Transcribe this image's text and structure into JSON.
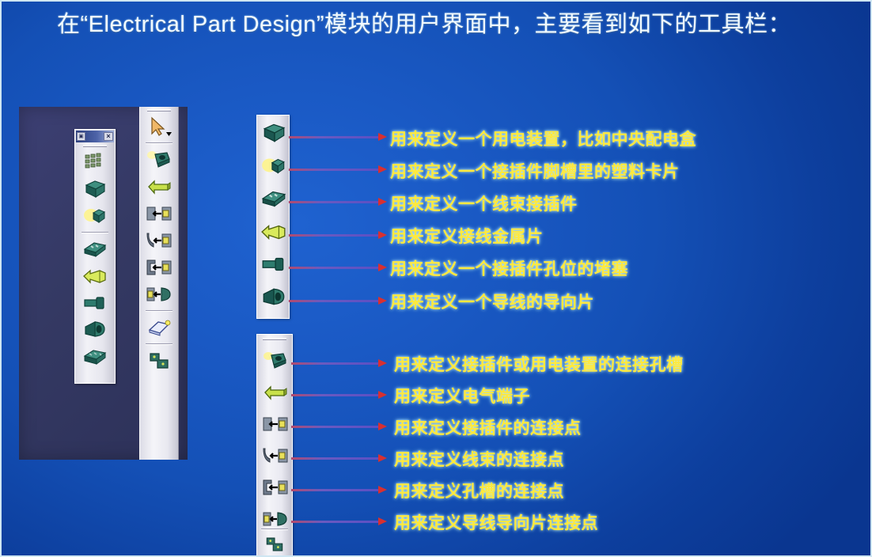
{
  "slide": {
    "header_line1_indent": "        ",
    "header": "在“Electrical Part Design”模块的用户界面中，主要看到如下的工具栏："
  },
  "screenshot": {
    "float_toolbar": {
      "title_icon": "toolbar-icon",
      "close_label": "×",
      "tools": [
        {
          "name": "multi-part-grid-icon",
          "glyph": "grid"
        },
        {
          "name": "equipment-cube-icon",
          "glyph": "cube-teal"
        },
        {
          "name": "cavity-clip-icon",
          "glyph": "cube-glow"
        },
        {
          "name": "bundle-connector-icon",
          "glyph": "connector"
        },
        {
          "name": "terminal-metal-icon",
          "glyph": "terminal"
        },
        {
          "name": "cavity-plug-icon",
          "glyph": "plug"
        },
        {
          "name": "wire-guide-icon",
          "glyph": "guide"
        },
        {
          "name": "shell-icon",
          "glyph": "shell"
        }
      ]
    },
    "dock_toolbar": {
      "tools": [
        {
          "name": "select-arrow-icon",
          "glyph": "arrow"
        },
        {
          "name": "connection-cavity-icon",
          "glyph": "cavity"
        },
        {
          "name": "electrical-terminal-icon",
          "glyph": "term-arrow"
        },
        {
          "name": "connector-connection-point-icon",
          "glyph": "cp-connector"
        },
        {
          "name": "bundle-connection-point-icon",
          "glyph": "cp-bundle"
        },
        {
          "name": "cavity-connection-point-icon",
          "glyph": "cp-cavity"
        },
        {
          "name": "wire-guide-connection-point-icon",
          "glyph": "cp-guide"
        },
        {
          "name": "plate-icon",
          "glyph": "plate"
        },
        {
          "name": "shape-icon",
          "glyph": "shape"
        }
      ]
    }
  },
  "group1": {
    "rows": [
      {
        "icon": "equipment-cube-icon",
        "glyph": "cube-teal",
        "label": "用来定义一个用电装置，比如中央配电盒"
      },
      {
        "icon": "cavity-clip-icon",
        "glyph": "cube-glow",
        "label": "用来定义一个接插件脚槽里的塑料卡片"
      },
      {
        "icon": "bundle-connector-icon",
        "glyph": "connector",
        "label": "用来定义一个线束接插件"
      },
      {
        "icon": "terminal-metal-icon",
        "glyph": "terminal",
        "label": "用来定义接线金属片"
      },
      {
        "icon": "cavity-plug-icon",
        "glyph": "plug",
        "label": "用来定义一个接插件孔位的堵塞"
      },
      {
        "icon": "wire-guide-icon",
        "glyph": "guide",
        "label": "用来定义一个导线的导向片"
      }
    ]
  },
  "group2": {
    "rows": [
      {
        "icon": "connection-cavity-icon",
        "glyph": "cavity",
        "label": "用来定义接插件或用电装置的连接孔槽"
      },
      {
        "icon": "electrical-terminal-icon",
        "glyph": "term-arrow",
        "label": "用来定义电气端子"
      },
      {
        "icon": "connector-connection-point-icon",
        "glyph": "cp-connector",
        "label": "用来定义接插件的连接点"
      },
      {
        "icon": "bundle-connection-point-icon",
        "glyph": "cp-bundle",
        "label": "用来定义线束的连接点"
      },
      {
        "icon": "cavity-connection-point-icon",
        "glyph": "cp-cavity",
        "label": "用来定义孔槽的连接点"
      },
      {
        "icon": "wire-guide-connection-point-icon",
        "glyph": "cp-guide",
        "label": "用来定义导线导向片连接点"
      }
    ]
  },
  "colors": {
    "background_blue": "#1a59c4",
    "label_yellow": "#ffe93d",
    "header_white": "#f2fbff",
    "arrow_red": "#d83030",
    "arrow_violet": "#5b4fc4",
    "panel_slate": "#343963"
  }
}
